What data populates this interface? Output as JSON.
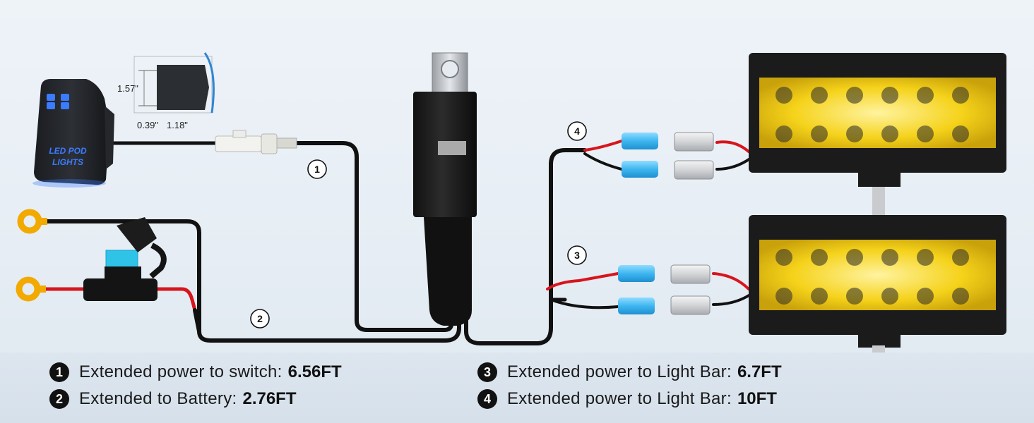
{
  "switch": {
    "label_line1": "LED POD",
    "label_line2": "LIGHTS"
  },
  "dimensions": {
    "height": "1.57\"",
    "depth": "0.39\"",
    "width": "1.18\""
  },
  "markers": [
    "1",
    "2",
    "3",
    "4"
  ],
  "legend": [
    {
      "num": "1",
      "text": "Extended power to switch:",
      "value": "6.56FT"
    },
    {
      "num": "2",
      "text": "Extended to Battery:",
      "value": "2.76FT"
    },
    {
      "num": "3",
      "text": "Extended power to Light Bar:",
      "value": "6.7FT"
    },
    {
      "num": "4",
      "text": "Extended power to Light Bar:",
      "value": "10FT"
    }
  ],
  "colors": {
    "wire_black": "#111111",
    "wire_red": "#d8141c",
    "ring_terminal": "#f2a900",
    "fuse": "#2fc3e8",
    "connector": "#3fb6f0",
    "led_yellow": "#f5d21a"
  }
}
